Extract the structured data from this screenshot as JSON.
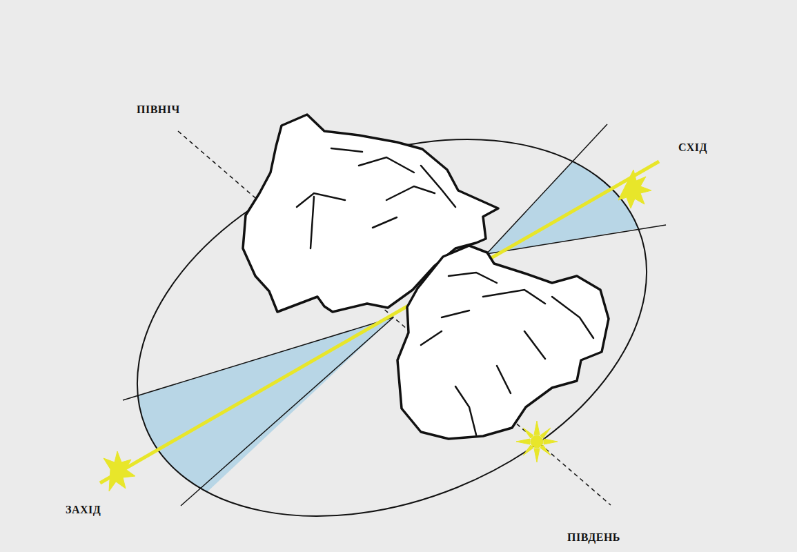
{
  "diagram": {
    "labels": [
      "ПІВНІЧ",
      "СХІД",
      "ЗАХІД",
      "ПІВДЕНЬ"
    ]
  }
}
